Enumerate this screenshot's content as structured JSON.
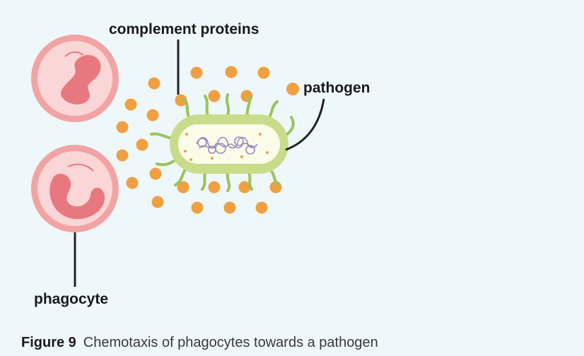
{
  "labels": {
    "complement": "complement proteins",
    "pathogen": "pathogen",
    "phagocyte": "phagocyte"
  },
  "caption": {
    "figure": "Figure 9",
    "text": "Chemotaxis of phagocytes towards a pathogen"
  },
  "colors": {
    "background": "#eef7fa",
    "complement_dot": "#f0a040",
    "phagocyte_fill": "#fbd6d6",
    "phagocyte_ring": "#f2a3a3",
    "nucleus": "#e8787f",
    "pathogen_outer": "#c8dc8a",
    "pathogen_inner": "#fbfbe9",
    "flagella": "#9cc25a",
    "dna": "#9a8ac0",
    "leader_line": "#222222"
  }
}
